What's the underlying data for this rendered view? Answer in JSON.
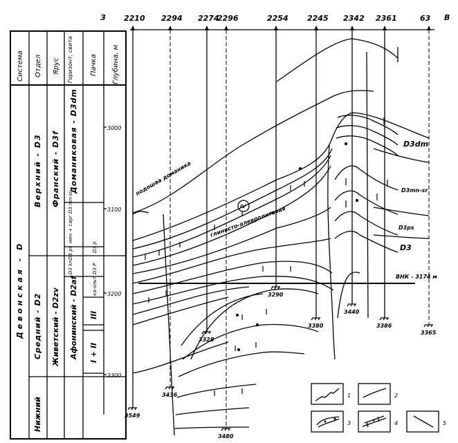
{
  "profile": {
    "start_label": "З",
    "end_label": "В",
    "wells": [
      "2210",
      "2294",
      "2274",
      "2296",
      "2254",
      "2245",
      "2342",
      "2361",
      "63"
    ]
  },
  "column": {
    "headers": [
      "Система",
      "Отдел",
      "Ярус",
      "Горизонт, свита",
      "Пачка",
      "Глубина, м"
    ],
    "system": "Девонская - D",
    "upper_series": "Верхний - D3",
    "middle_series": "Средний - D2",
    "lower_series": "Нижний",
    "frasnian": "Франский - D3f",
    "givetian": "Живетский - D2zv",
    "domanik": "Доманиковая - D3dm",
    "mendym_sargaev": "мен + сарг D3 mn-sr",
    "pashiy_small": "D3 ps",
    "pashiy_pack": "D3 p",
    "kynov": "D3 kn",
    "kynov_pack": "D3 P",
    "afonin": "Афонинский - D2af",
    "pack_kalt": "ка-ольт",
    "pack_3": "III",
    "pack_12": "I + II",
    "depths": [
      "3000",
      "3100",
      "3200",
      "3300"
    ]
  },
  "section": {
    "annotations": {
      "domanik_base": "подошва доманика",
      "clay_silt": "глинисто-алевролитовая",
      "unit_marker": "IV",
      "d3dm": "D3dm",
      "d3mnsr": "D3mn-sr",
      "d3ps": "D3ps",
      "d3": "D3",
      "owc": "ВНК - 3174 м"
    },
    "bottom_depths": [
      {
        "well": "2210",
        "depth": "3549"
      },
      {
        "well": "2294",
        "depth": "3436"
      },
      {
        "well": "2274",
        "depth": "3328"
      },
      {
        "well": "2296",
        "depth": "3480"
      },
      {
        "well": "2254",
        "depth": "3290"
      },
      {
        "well": "2245",
        "depth": "3380"
      },
      {
        "well": "2342",
        "depth": "3440"
      },
      {
        "well": "2361",
        "depth": "3386"
      },
      {
        "well": "63",
        "depth": "3365"
      }
    ]
  },
  "legend": {
    "items": [
      {
        "num": "1",
        "icon": "wavy-line-icon"
      },
      {
        "num": "2",
        "icon": "smooth-line-icon"
      },
      {
        "num": "3",
        "icon": "oolite-limestone-icon"
      },
      {
        "num": "4",
        "icon": "limestone-icon"
      },
      {
        "num": "5",
        "icon": "fault-line-icon"
      }
    ]
  }
}
